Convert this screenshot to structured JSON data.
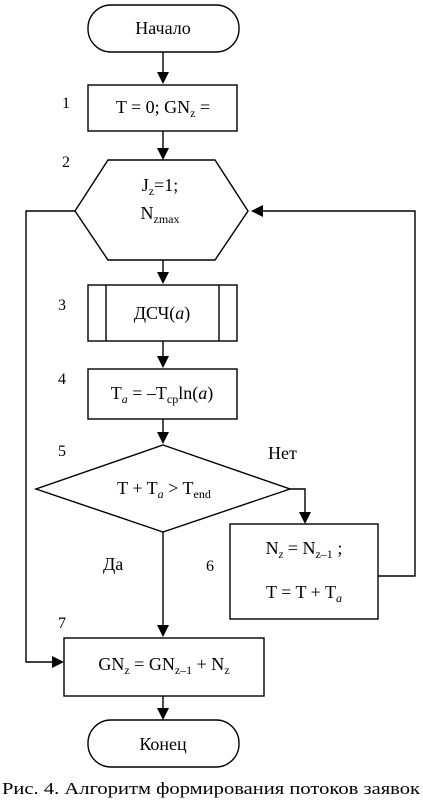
{
  "flowchart": {
    "start": "Начало",
    "step1": {
      "number": "1",
      "text": "T = 0; GN",
      "sub": "z",
      "tail": " ="
    },
    "step2": {
      "number": "2",
      "line1": "J",
      "line1_sub": "z",
      "line1_tail": "=1;",
      "line2": "N",
      "line2_sub": "zmax"
    },
    "step3": {
      "number": "3",
      "text": "ДСЧ(",
      "var": "a",
      "tail": ")"
    },
    "step4": {
      "number": "4",
      "p1": "T",
      "p1_sub": "a",
      "p2": " = –T",
      "p2_sub": "ср",
      "p3": "ln(",
      "p3_var": "a",
      "p4": ")"
    },
    "step5": {
      "number": "5",
      "p1": "T + T",
      "p1_sub": "a",
      "p2": " > T",
      "p2_sub": "end"
    },
    "step6": {
      "number": "6",
      "line1_a": "N",
      "line1_a_sub": "z",
      "line1_b": " = N",
      "line1_b_sub": "z–1",
      "line1_c": " ;",
      "line2_a": "T = T + T",
      "line2_a_sub": "a"
    },
    "step7": {
      "number": "7",
      "p1": "GN",
      "p1_sub": "z",
      "p2": " = GN",
      "p2_sub": "z–1",
      "p3": " + N",
      "p3_sub": "z"
    },
    "end": "Конец",
    "branch_no": "Нет",
    "branch_yes": "Да"
  },
  "caption": "Рис. 4. Алгоритм формирования потоков заявок"
}
